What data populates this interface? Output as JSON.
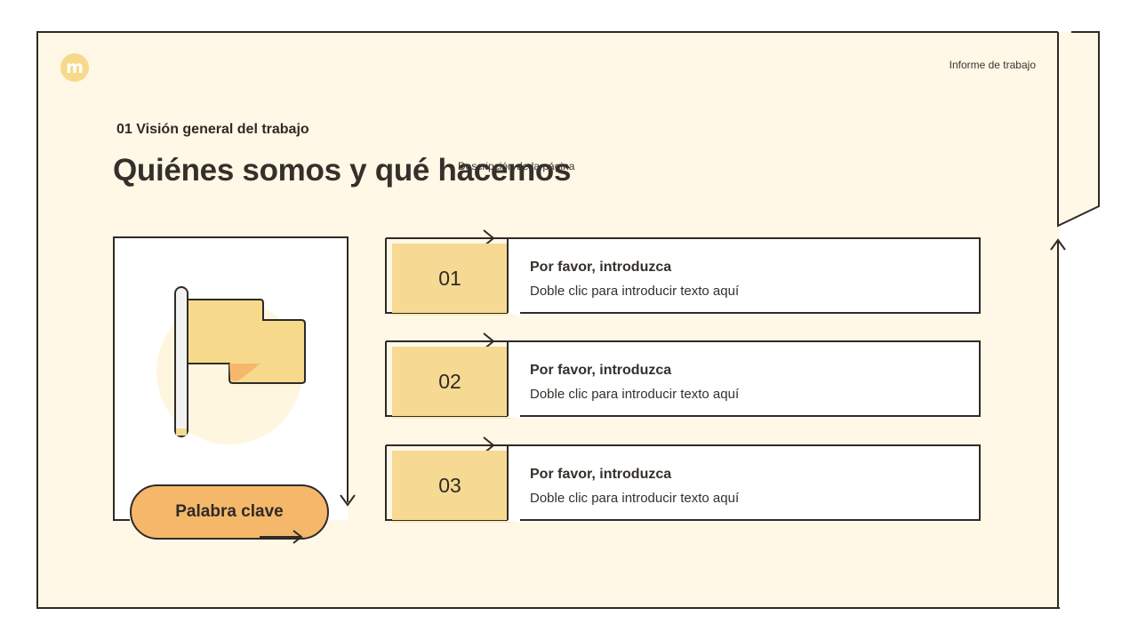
{
  "header": {
    "report_label": "Informe de trabajo",
    "logo_letter": "m"
  },
  "title_block": {
    "section": "01 Visión general del trabajo",
    "title": "Quiénes somos y qué hacemos",
    "description": "Descripción de la página"
  },
  "left_panel": {
    "icon": "flag-icon",
    "keyword": "Palabra clave"
  },
  "items": [
    {
      "number": "01",
      "title": "Por favor, introduzca",
      "body": "Doble clic para introducir texto aquí"
    },
    {
      "number": "02",
      "title": "Por favor, introduzca",
      "body": "Doble clic para introducir texto aquí"
    },
    {
      "number": "03",
      "title": "Por favor, introduzca",
      "body": "Doble clic para introducir texto aquí"
    }
  ],
  "colors": {
    "background": "#fff8e6",
    "accent_yellow": "#f6da93",
    "accent_orange": "#f5b86b",
    "outline": "#2f2a26"
  }
}
